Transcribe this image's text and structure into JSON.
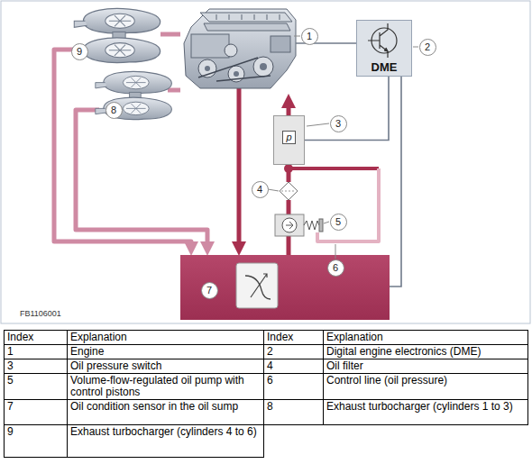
{
  "diagram": {
    "nodes": [
      {
        "text": [
          "DME"
        ]
      },
      {
        "text": [
          "p"
        ]
      }
    ],
    "edges": [
      {
        "from": 0,
        "to": 1,
        "arrow": "none"
      }
    ],
    "labels": [
      "9",
      "1",
      "2",
      "8",
      "3",
      "4",
      "5",
      "6",
      "7",
      "FB1106001",
      "Index",
      "Explanation",
      "Index",
      "Explanation",
      "1",
      "Engine",
      "2",
      "Digital engine electronics (DME)",
      "3",
      "Oil pressure switch",
      "4",
      "Oil filter",
      "5",
      "Volume-flow-regulated oil pump with control pistons",
      "6",
      "Control line (oil pressure)",
      "7",
      "Oil condition sensor in the oil sump",
      "8",
      "Exhaust turbocharger (cylinders 1 to 3)",
      "9",
      "Exhaust turbocharger (cylinders 4 to 6)"
    ]
  }
}
